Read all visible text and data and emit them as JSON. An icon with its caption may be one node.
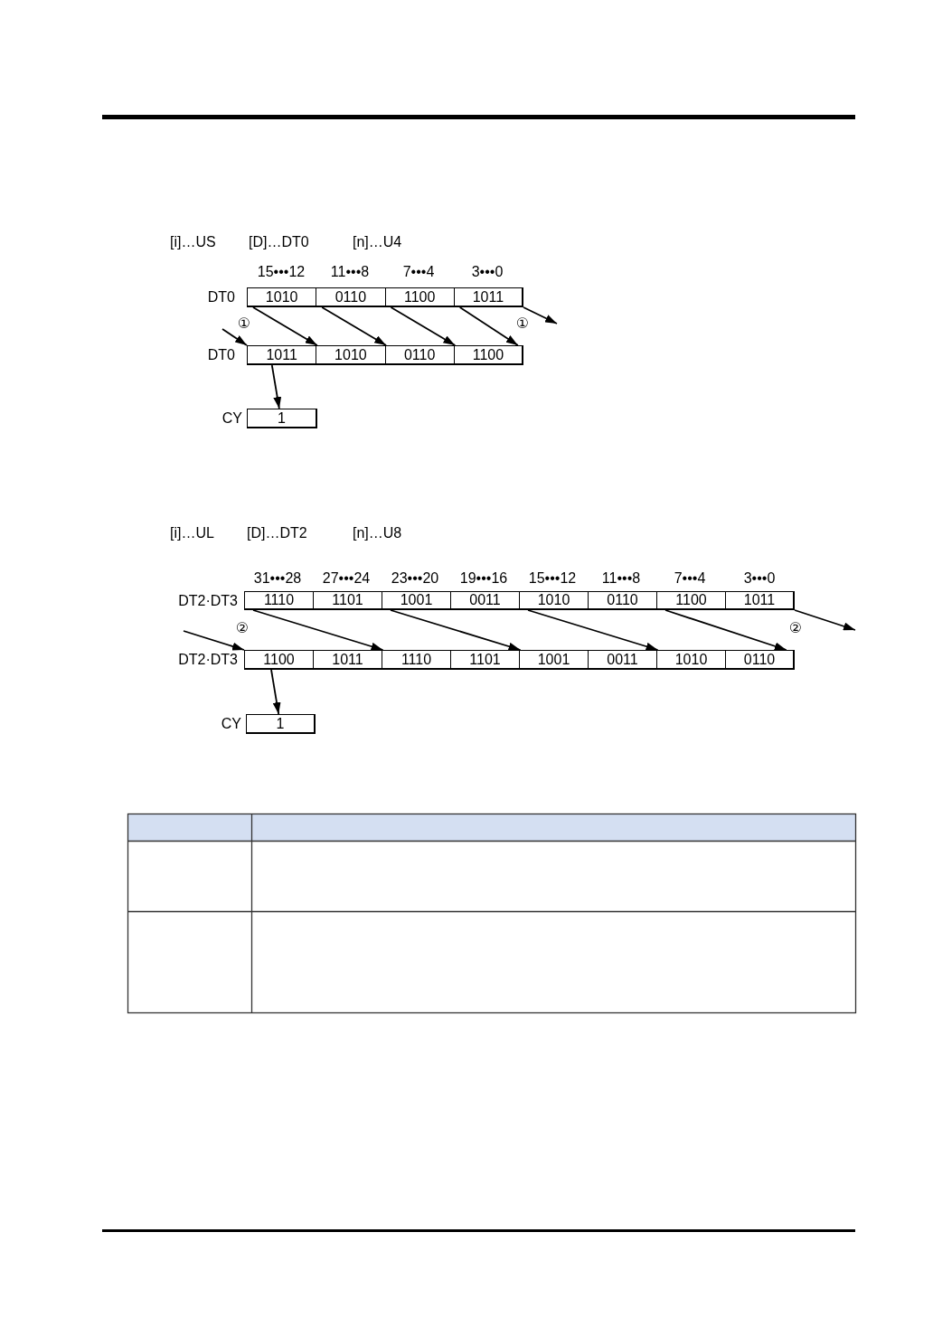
{
  "diagram": {
    "nodes": [
      {
        "text": [
          "1010"
        ]
      },
      {
        "text": [
          "0110"
        ]
      },
      {
        "text": [
          "1100"
        ]
      },
      {
        "text": [
          "1011"
        ]
      },
      {
        "text": [
          "1011"
        ]
      },
      {
        "text": [
          "1010"
        ]
      },
      {
        "text": [
          "0110"
        ]
      },
      {
        "text": [
          "1100"
        ]
      },
      {
        "text": [
          "1"
        ],
        "beside": [
          "CY"
        ]
      },
      {
        "text": [
          "1110"
        ]
      },
      {
        "text": [
          "1101"
        ]
      },
      {
        "text": [
          "1001"
        ]
      },
      {
        "text": [
          "0011"
        ]
      },
      {
        "text": [
          "1010"
        ]
      },
      {
        "text": [
          "0110"
        ]
      },
      {
        "text": [
          "1100"
        ]
      },
      {
        "text": [
          "1011"
        ]
      },
      {
        "text": [
          "1100"
        ]
      },
      {
        "text": [
          "1011"
        ]
      },
      {
        "text": [
          "1110"
        ]
      },
      {
        "text": [
          "1101"
        ]
      },
      {
        "text": [
          "1001"
        ]
      },
      {
        "text": [
          "0011"
        ]
      },
      {
        "text": [
          "1010"
        ]
      },
      {
        "text": [
          "0110"
        ]
      },
      {
        "text": [
          "1"
        ],
        "beside": [
          "CY"
        ]
      }
    ],
    "edges": [
      {
        "from": 0,
        "to": 5,
        "arrow": "to"
      },
      {
        "from": 1,
        "to": 6,
        "arrow": "to"
      },
      {
        "from": 2,
        "to": 7,
        "arrow": "to"
      },
      {
        "from": 3,
        "to": 7,
        "arrow": "to"
      },
      {
        "from": 3,
        "to": null,
        "arrow": "to"
      },
      {
        "from": null,
        "to": 4,
        "arrow": "to"
      },
      {
        "from": 4,
        "to": 8,
        "arrow": "to"
      },
      {
        "from": 9,
        "to": 19,
        "arrow": "to"
      },
      {
        "from": 11,
        "to": 21,
        "arrow": "to"
      },
      {
        "from": 13,
        "to": 23,
        "arrow": "to"
      },
      {
        "from": 15,
        "to": 24,
        "arrow": "to"
      },
      {
        "from": 16,
        "to": null,
        "arrow": "to"
      },
      {
        "from": null,
        "to": 17,
        "arrow": "to"
      },
      {
        "from": 17,
        "to": 25,
        "arrow": "to"
      }
    ],
    "labels": [
      "[i]…US",
      "[D]…DT0",
      "[n]…U4",
      "15•••12",
      "11•••8",
      "7•••4",
      "3•••0",
      "DT0",
      "①",
      "①",
      "DT0",
      "[i]…UL",
      "[D]…DT2",
      "[n]…U8",
      "31•••28",
      "27•••24",
      "23•••20",
      "19•••16",
      "15•••12",
      "11•••8",
      "7•••4",
      "3•••0",
      "DT2·DT3",
      "②",
      "②",
      "DT2·DT3"
    ]
  }
}
